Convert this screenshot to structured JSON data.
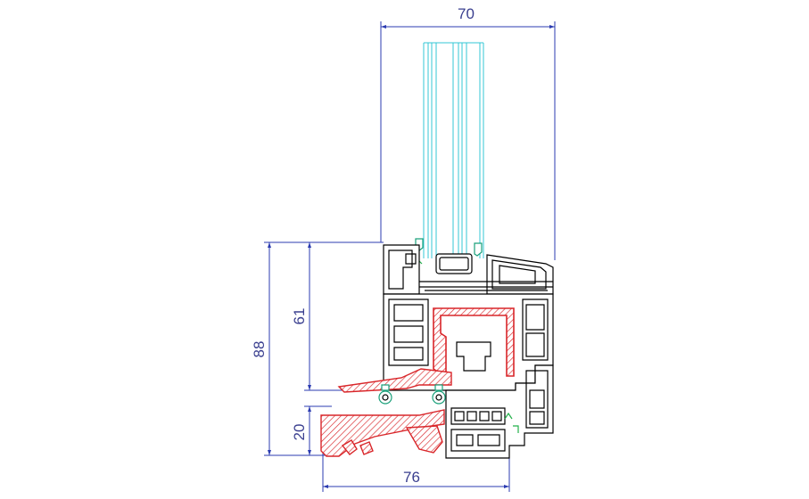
{
  "dimensions": {
    "top_width": "70",
    "bottom_width": "76",
    "height_sash": "61",
    "height_total": "88",
    "height_sill": "20"
  },
  "colors": {
    "dimension_line": "#2b3bb0",
    "dimension_text": "#3a3f8f",
    "glass": "#33c7d4",
    "steel_reinforcement": "#d9262a",
    "profile": "#000000",
    "gasket": "#1aa07a"
  }
}
